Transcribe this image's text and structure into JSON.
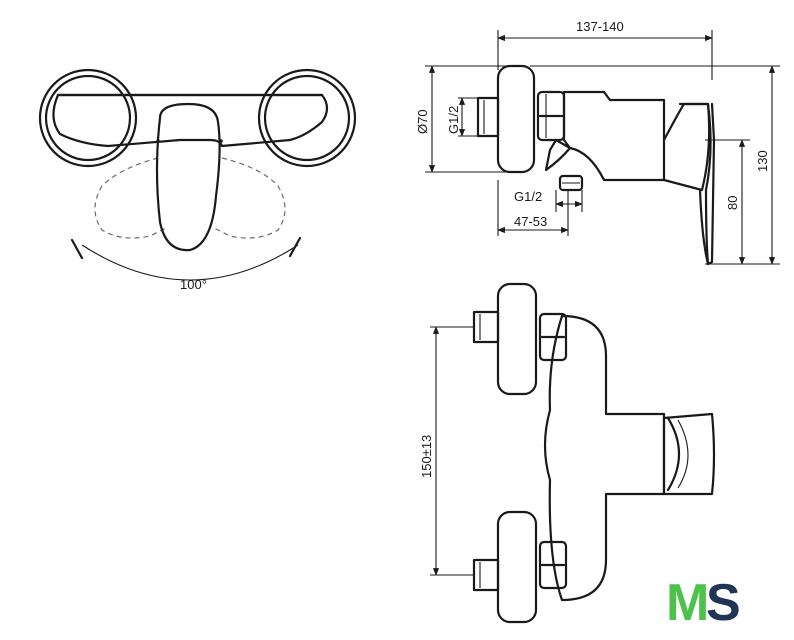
{
  "dimensions": {
    "angle": "100°",
    "depth_overall": "137-140",
    "diameter": "Ø70",
    "thread_top": "G1/2",
    "thread_bottom": "G1/2",
    "offset": "47-53",
    "height_overall": "130",
    "height_outlet": "80",
    "center_distance": "150±13"
  },
  "logo": {
    "letter_m": "M",
    "letter_s": "S",
    "color_m": "#4cc24a",
    "color_s": "#1f3556"
  }
}
